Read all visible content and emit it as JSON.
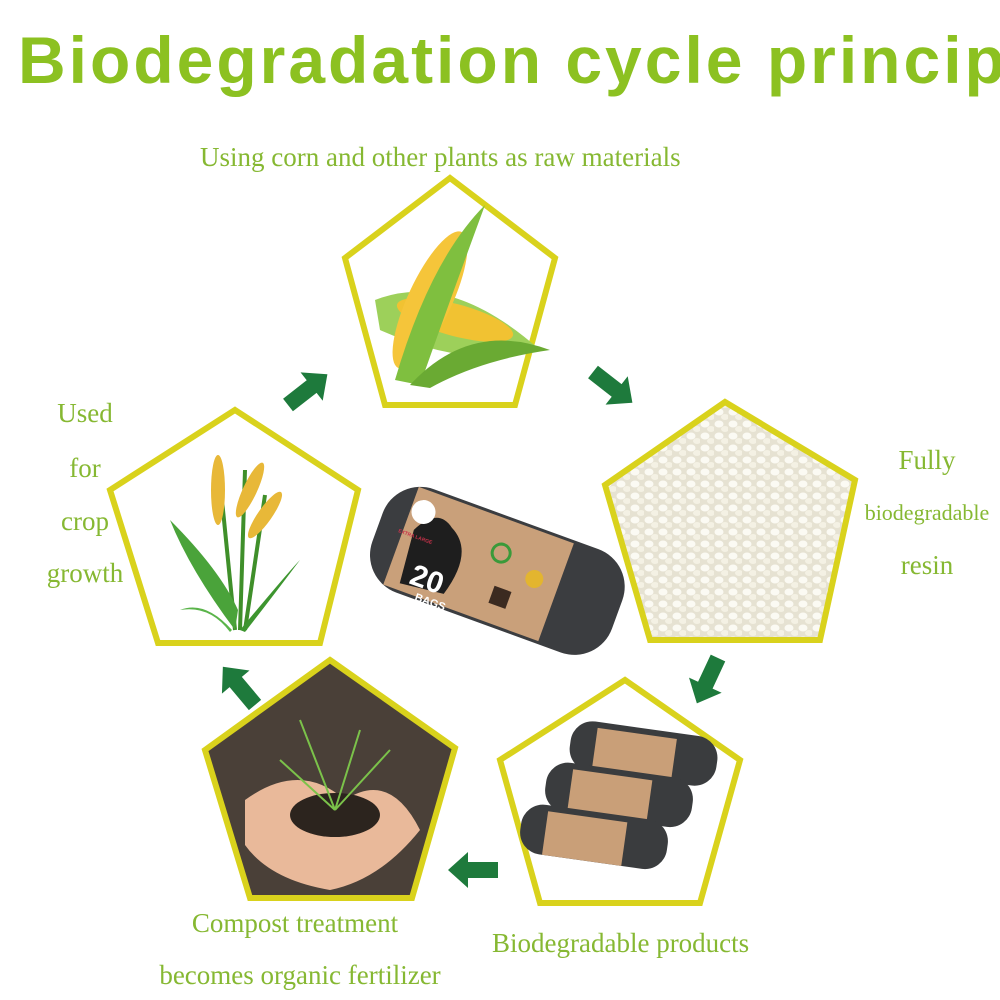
{
  "title": "Biodegradation cycle principle",
  "steps": {
    "raw_materials": "Using corn and other plants as raw materials",
    "resin": [
      "Fully",
      "biodegradable",
      "resin"
    ],
    "products": "Biodegradable products",
    "compost": [
      "Compost treatment",
      "becomes organic fertilizer"
    ],
    "crop": [
      "Used",
      "for",
      "crop",
      "growth"
    ]
  },
  "product": {
    "count": "20",
    "unit": "BAGS",
    "badge": "EXTRA LARGE"
  },
  "colors": {
    "title": "#8cc121",
    "caption": "#86b832",
    "frame": "#d9d21c",
    "arrow": "#1e7a3c"
  }
}
